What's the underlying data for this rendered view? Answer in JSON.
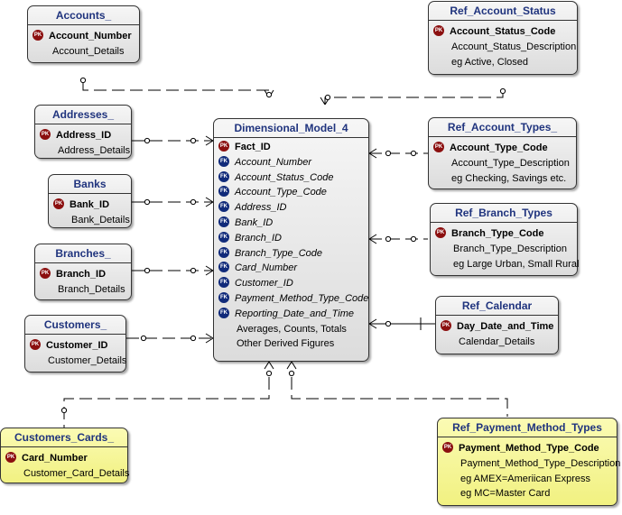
{
  "entities": {
    "accounts": {
      "title": "Accounts_",
      "attrs": [
        {
          "name": "Account_Number",
          "key": "PK"
        },
        {
          "name": "Account_Details"
        }
      ]
    },
    "addresses": {
      "title": "Addresses_",
      "attrs": [
        {
          "name": "Address_ID",
          "key": "PK"
        },
        {
          "name": "Address_Details"
        }
      ]
    },
    "banks": {
      "title": "Banks",
      "attrs": [
        {
          "name": "Bank_ID",
          "key": "PK"
        },
        {
          "name": "Bank_Details"
        }
      ]
    },
    "branches": {
      "title": "Branches_",
      "attrs": [
        {
          "name": "Branch_ID",
          "key": "PK"
        },
        {
          "name": "Branch_Details"
        }
      ]
    },
    "customers": {
      "title": "Customers_",
      "attrs": [
        {
          "name": "Customer_ID",
          "key": "PK"
        },
        {
          "name": "Customer_Details"
        }
      ]
    },
    "customers_cards": {
      "title": "Customers_Cards_",
      "attrs": [
        {
          "name": "Card_Number",
          "key": "PK"
        },
        {
          "name": "Customer_Card_Details"
        }
      ]
    },
    "dimensional_model": {
      "title": "Dimensional_Model_4",
      "attrs": [
        {
          "name": "Fact_ID",
          "key": "PK"
        },
        {
          "name": "Account_Number",
          "key": "FK"
        },
        {
          "name": "Account_Status_Code",
          "key": "FK"
        },
        {
          "name": "Account_Type_Code",
          "key": "FK"
        },
        {
          "name": "Address_ID",
          "key": "FK"
        },
        {
          "name": "Bank_ID",
          "key": "FK"
        },
        {
          "name": "Branch_ID",
          "key": "FK"
        },
        {
          "name": "Branch_Type_Code",
          "key": "FK"
        },
        {
          "name": "Card_Number",
          "key": "FK"
        },
        {
          "name": "Customer_ID",
          "key": "FK"
        },
        {
          "name": "Payment_Method_Type_Code",
          "key": "FK"
        },
        {
          "name": "Reporting_Date_and_Time",
          "key": "FK"
        },
        {
          "name": "Averages, Counts, Totals"
        },
        {
          "name": "Other Derived Figures"
        }
      ]
    },
    "ref_account_status": {
      "title": "Ref_Account_Status",
      "attrs": [
        {
          "name": "Account_Status_Code",
          "key": "PK"
        },
        {
          "name": "Account_Status_Description"
        },
        {
          "name": "eg Active, Closed"
        }
      ]
    },
    "ref_account_types": {
      "title": "Ref_Account_Types_",
      "attrs": [
        {
          "name": "Account_Type_Code",
          "key": "PK"
        },
        {
          "name": "Account_Type_Description"
        },
        {
          "name": "eg Checking, Savings etc."
        }
      ]
    },
    "ref_branch_types": {
      "title": "Ref_Branch_Types",
      "attrs": [
        {
          "name": "Branch_Type_Code",
          "key": "PK"
        },
        {
          "name": "Branch_Type_Description"
        },
        {
          "name": "eg Large Urban, Small Rural"
        }
      ]
    },
    "ref_calendar": {
      "title": "Ref_Calendar",
      "attrs": [
        {
          "name": "Day_Date_and_Time",
          "key": "PK"
        },
        {
          "name": "Calendar_Details"
        }
      ]
    },
    "ref_payment_method_types": {
      "title": "Ref_Payment_Method_Types",
      "attrs": [
        {
          "name": "Payment_Method_Type_Code",
          "key": "PK"
        },
        {
          "name": "Payment_Method_Type_Description"
        },
        {
          "name": "eg AMEX=Ameriican Express"
        },
        {
          "name": "eg MC=Master Card"
        }
      ]
    }
  },
  "colors": {
    "title_text": "#20347e",
    "pk_badge": "#8b0f0f",
    "fk_badge": "#102a7a",
    "ref_fill": "#f1f181",
    "entity_fill": "#dcdcdc"
  }
}
